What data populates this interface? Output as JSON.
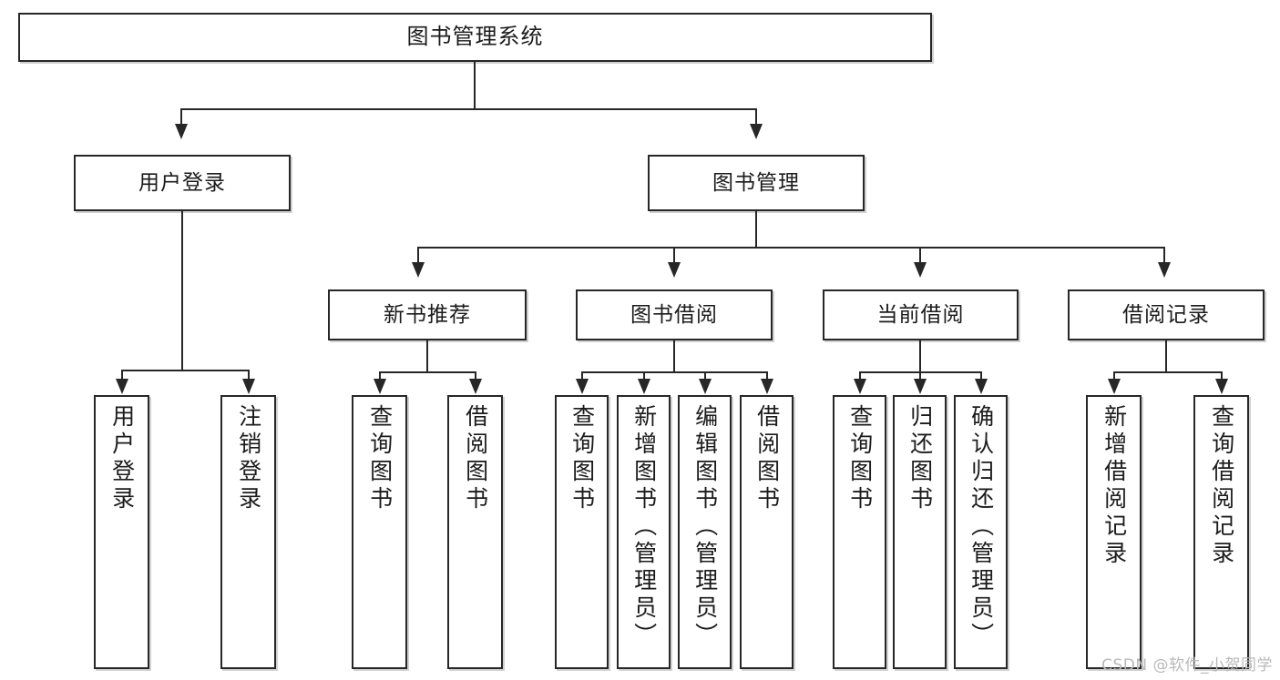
{
  "diagram": {
    "title": "图书管理系统",
    "type": "tree",
    "watermark": "CSDN @软件_小贺同学",
    "colors": {
      "box_border": "#272727",
      "box_fill": "#ffffff",
      "connector": "#272727",
      "watermark": "#b9b9b9",
      "background": "#ffffff"
    },
    "nodes": {
      "root": {
        "label": "图书管理系统"
      },
      "level1": [
        {
          "label": "用户登录"
        },
        {
          "label": "图书管理"
        }
      ],
      "level2": [
        {
          "label": "新书推荐"
        },
        {
          "label": "图书借阅"
        },
        {
          "label": "当前借阅"
        },
        {
          "label": "借阅记录"
        }
      ],
      "leaves_user_login": [
        {
          "label": "用户登录"
        },
        {
          "label": "注销登录"
        }
      ],
      "leaves_new_book": [
        {
          "label": "查询图书"
        },
        {
          "label": "借阅图书"
        }
      ],
      "leaves_borrow": [
        {
          "label": "查询图书"
        },
        {
          "label": "新增图书（管理员）"
        },
        {
          "label": "编辑图书（管理员）"
        },
        {
          "label": "借阅图书"
        }
      ],
      "leaves_current": [
        {
          "label": "查询图书"
        },
        {
          "label": "归还图书"
        },
        {
          "label": "确认归还（管理员）"
        }
      ],
      "leaves_record": [
        {
          "label": "新增借阅记录"
        },
        {
          "label": "查询借阅记录"
        }
      ]
    }
  }
}
